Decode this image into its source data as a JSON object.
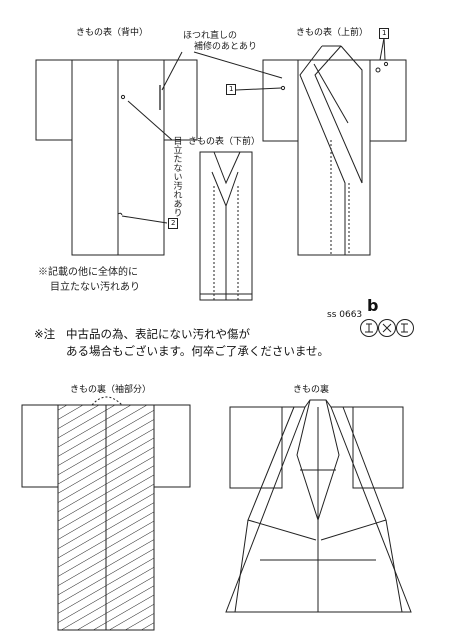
{
  "views": {
    "front_back": "きもの表（背中）",
    "front_upper": "きもの表（上前）",
    "front_lower": "きもの表（下前）",
    "lining_sleeve": "きもの裏（袖部分）",
    "lining": "きもの裏"
  },
  "annotations": {
    "repair_line1": "ほつれ直しの",
    "repair_line2": "補修のあとあり",
    "stain_vertical": "目立たない汚れあり",
    "overall_line1": "※記載の他に全体的に",
    "overall_line2": "目立たない汚れあり"
  },
  "markers": [
    "1",
    "1",
    "2"
  ],
  "product_code": "ss 0663",
  "logo_text": "b",
  "notice": {
    "prefix": "※注",
    "line1": "中古品の為、表記にない汚れや傷が",
    "line2": "ある場合もございます。何卒ご了承くださいませ。"
  }
}
